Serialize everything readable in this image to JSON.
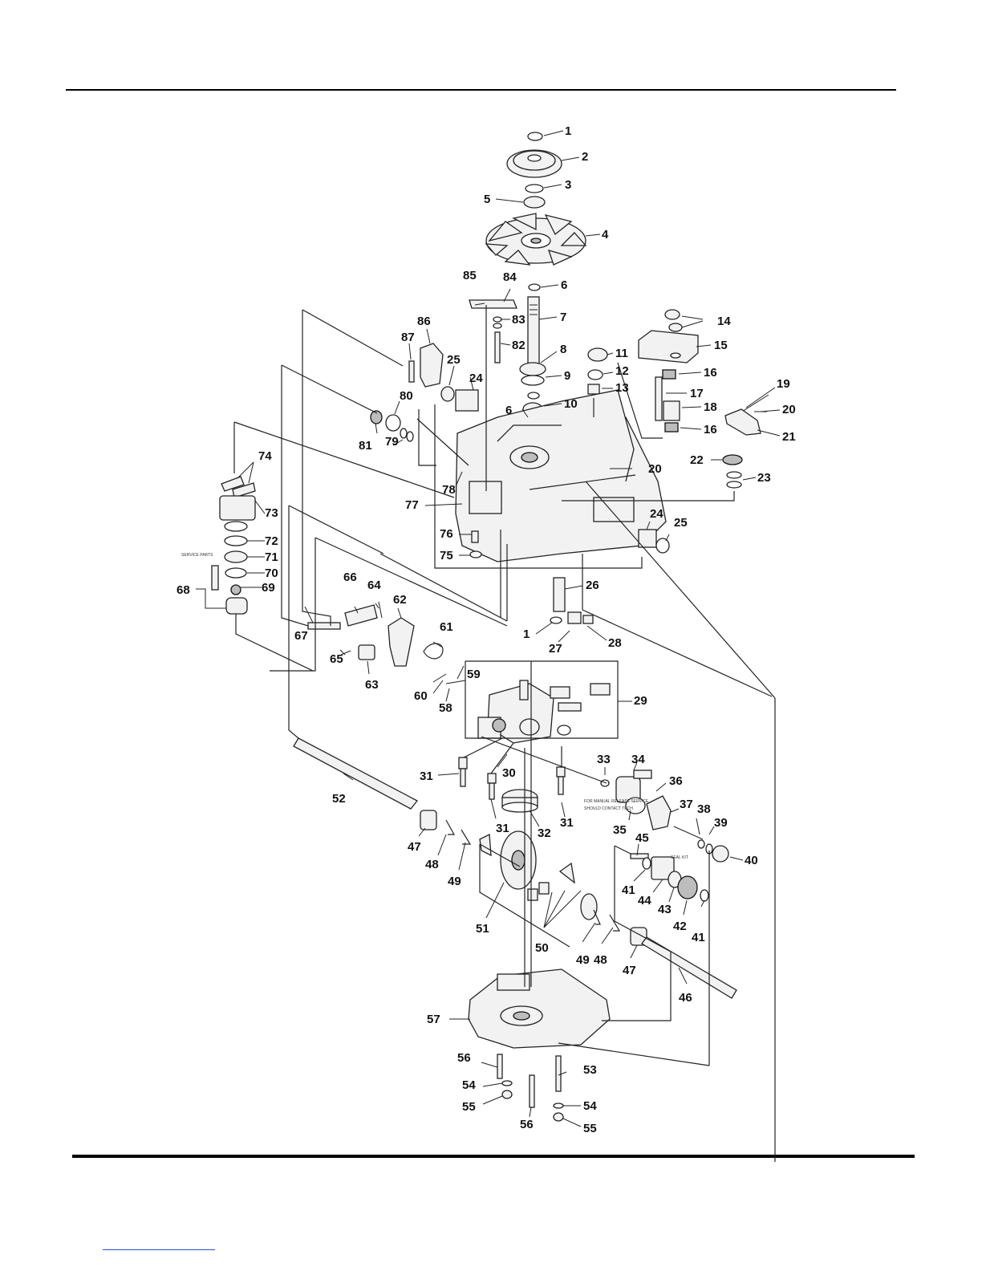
{
  "diagram": {
    "callouts": [
      "1",
      "2",
      "3",
      "4",
      "5",
      "6",
      "7",
      "8",
      "9",
      "10",
      "11",
      "12",
      "13",
      "14",
      "15",
      "16",
      "17",
      "18",
      "19",
      "20",
      "21",
      "22",
      "23",
      "24",
      "25",
      "26",
      "27",
      "28",
      "29",
      "30",
      "31",
      "32",
      "33",
      "34",
      "35",
      "36",
      "37",
      "38",
      "39",
      "40",
      "41",
      "42",
      "43",
      "44",
      "45",
      "46",
      "47",
      "48",
      "49",
      "50",
      "51",
      "52",
      "53",
      "54",
      "55",
      "56",
      "57",
      "58",
      "59",
      "60",
      "61",
      "62",
      "63",
      "64",
      "65",
      "66",
      "67",
      "68",
      "69",
      "70",
      "71",
      "72",
      "73",
      "74",
      "75",
      "76",
      "77",
      "78",
      "79",
      "80",
      "81",
      "82",
      "83",
      "84",
      "85",
      "86",
      "87"
    ]
  },
  "colors": {
    "ink": "#111111",
    "link": "#2a4fd0"
  }
}
